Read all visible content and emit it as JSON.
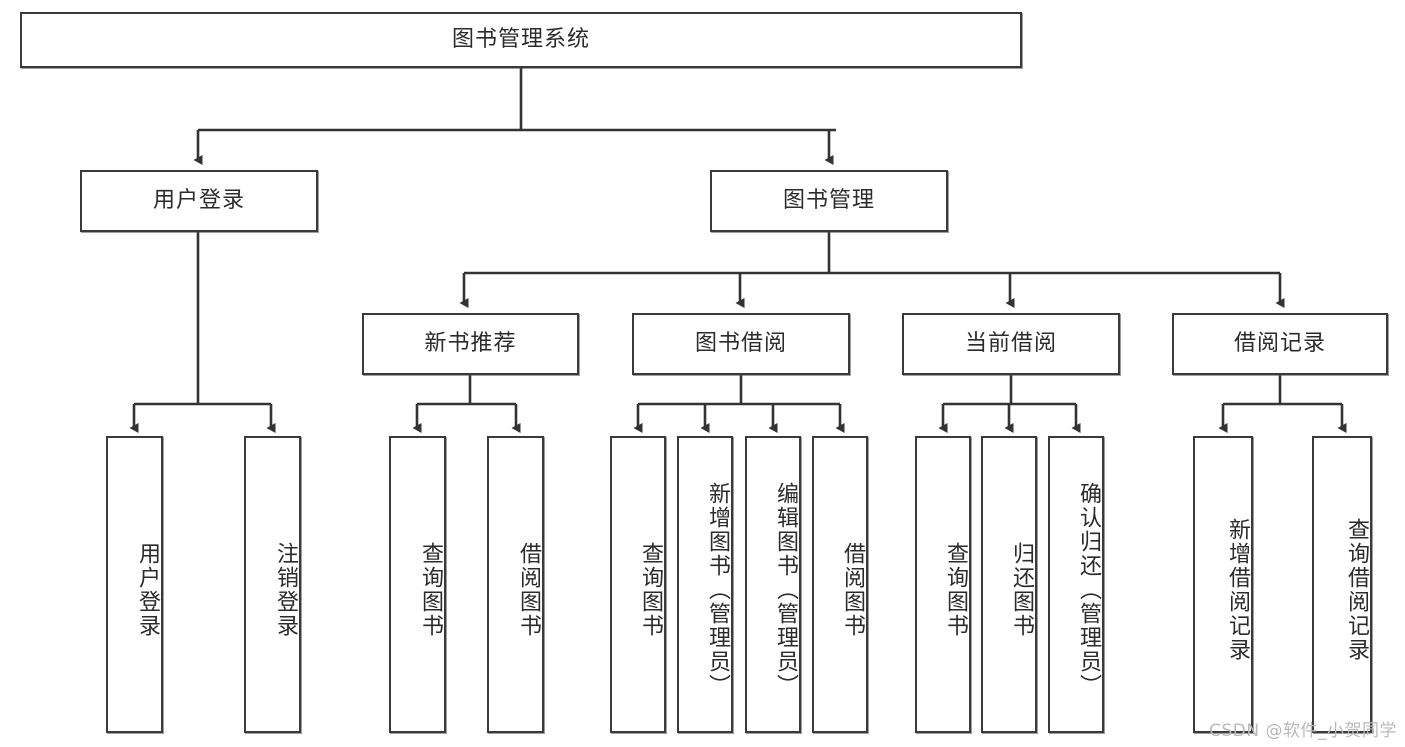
{
  "diagram": {
    "type": "tree-hierarchy",
    "title": "图书管理系统",
    "orientation": "top-down",
    "colors": {
      "node_border": "#3a3a3a",
      "node_fill": "#ffffff",
      "edge": "#333333",
      "text": "#2b2b2b",
      "watermark": "#b9b9b9",
      "background": "#ffffff"
    },
    "nodes": {
      "root": {
        "label": "图书管理系统",
        "level": 0,
        "text_direction": "horizontal"
      },
      "l1": [
        {
          "id": "user_login",
          "label": "用户登录",
          "level": 1,
          "text_direction": "horizontal"
        },
        {
          "id": "book_manage",
          "label": "图书管理",
          "level": 1,
          "text_direction": "horizontal"
        }
      ],
      "l2": [
        {
          "id": "new_book_rec",
          "label": "新书推荐",
          "level": 2,
          "text_direction": "horizontal",
          "parent": "book_manage"
        },
        {
          "id": "book_borrow",
          "label": "图书借阅",
          "level": 2,
          "text_direction": "horizontal",
          "parent": "book_manage"
        },
        {
          "id": "current_borrow",
          "label": "当前借阅",
          "level": 2,
          "text_direction": "horizontal",
          "parent": "book_manage"
        },
        {
          "id": "borrow_record",
          "label": "借阅记录",
          "level": 2,
          "text_direction": "horizontal",
          "parent": "book_manage"
        }
      ],
      "leaves": [
        {
          "id": "leaf_user_login",
          "label": "用户登录",
          "parent": "user_login",
          "text_direction": "vertical"
        },
        {
          "id": "leaf_logout",
          "label": "注销登录",
          "parent": "user_login",
          "text_direction": "vertical"
        },
        {
          "id": "leaf_query_book_1",
          "label": "查询图书",
          "parent": "new_book_rec",
          "text_direction": "vertical"
        },
        {
          "id": "leaf_borrow_book_1",
          "label": "借阅图书",
          "parent": "new_book_rec",
          "text_direction": "vertical"
        },
        {
          "id": "leaf_query_book_2",
          "label": "查询图书",
          "parent": "book_borrow",
          "text_direction": "vertical"
        },
        {
          "id": "leaf_add_book",
          "label": "新增图书（管理员）",
          "parent": "book_borrow",
          "text_direction": "vertical"
        },
        {
          "id": "leaf_edit_book",
          "label": "编辑图书（管理员）",
          "parent": "book_borrow",
          "text_direction": "vertical"
        },
        {
          "id": "leaf_borrow_book_2",
          "label": "借阅图书",
          "parent": "book_borrow",
          "text_direction": "vertical"
        },
        {
          "id": "leaf_query_book_3",
          "label": "查询图书",
          "parent": "current_borrow",
          "text_direction": "vertical"
        },
        {
          "id": "leaf_return_book",
          "label": "归还图书",
          "parent": "current_borrow",
          "text_direction": "vertical"
        },
        {
          "id": "leaf_confirm_return",
          "label": "确认归还（管理员）",
          "parent": "current_borrow",
          "text_direction": "vertical"
        },
        {
          "id": "leaf_add_record",
          "label": "新增借阅记录",
          "parent": "borrow_record",
          "text_direction": "vertical"
        },
        {
          "id": "leaf_query_record",
          "label": "查询借阅记录",
          "parent": "borrow_record",
          "text_direction": "vertical"
        }
      ]
    },
    "watermark": "CSDN @软件_小贺同学"
  }
}
